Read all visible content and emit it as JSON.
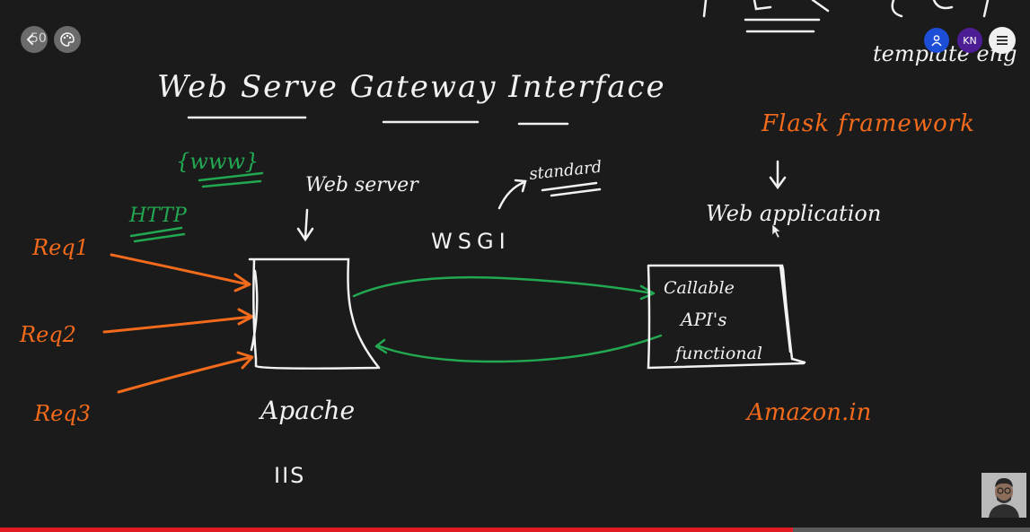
{
  "toolbar": {
    "back_label": "50",
    "user_initials": "KN"
  },
  "whiteboard": {
    "title": "Web Serve Gateway Interface",
    "top_right_fragment": "template eng",
    "www_label": "{www}",
    "http_label": "HTTP",
    "requests": [
      "Req1",
      "Req2",
      "Req3"
    ],
    "web_server_label": "Web server",
    "server_examples": [
      "Apache",
      "IIS"
    ],
    "wsgi_label": "WSGI",
    "standard_label": "standard",
    "framework_label": "Flask framework",
    "web_app_label": "Web application",
    "app_box_lines": [
      "Callable",
      "API's",
      "functional"
    ],
    "app_example": "Amazon.in"
  },
  "player": {
    "progress": 0.77
  },
  "colors": {
    "board_bg": "#1b1b1b",
    "ink_white": "#f2f2f2",
    "ink_orange": "#f26a1b",
    "ink_green": "#22a851",
    "progress_red": "#e01b24"
  },
  "icons": {
    "back": "back-arrow-icon",
    "palette": "palette-icon",
    "user": "user-icon",
    "menu": "hamburger-menu-icon"
  }
}
